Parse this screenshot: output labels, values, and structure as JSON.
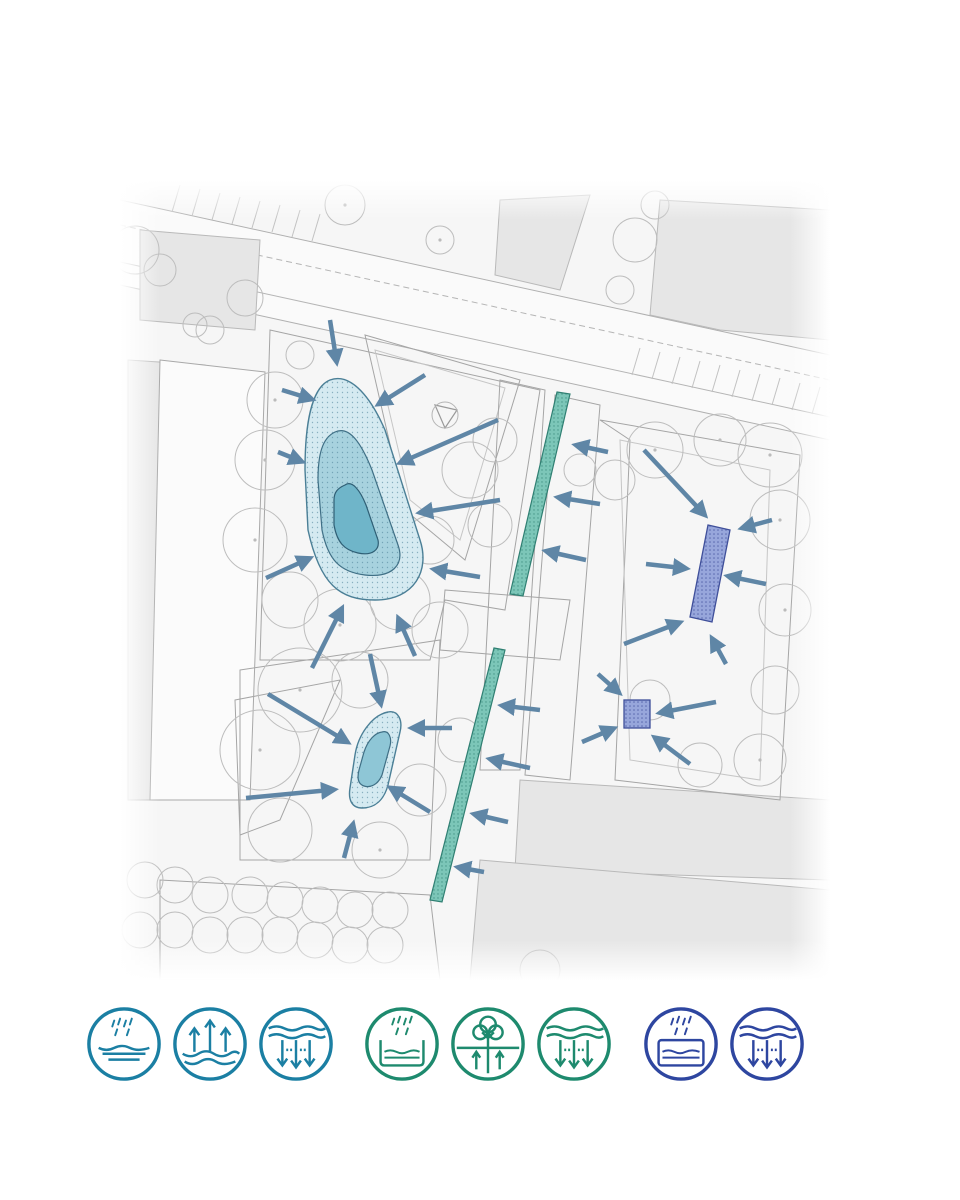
{
  "colors": {
    "background": "#ffffff",
    "paving": "#f4f4f4",
    "building": "#e6e6e6",
    "linework": "#b0b0b0",
    "tree_outline": "#b8b8b8",
    "arrow": "#5f86a6",
    "basin_light": "#cfe6ee",
    "basin_mid": "#9fcfdd",
    "basin_dark": "#6db3c8",
    "basin_stroke": "#4b7f96",
    "swale_fill": "#7cc6b8",
    "swale_stroke": "#2f7f72",
    "tank_fill": "#8f9fd6",
    "tank_stroke": "#3f4f9a",
    "legend_blue": "#1b7fa3",
    "legend_green": "#1e8a6e",
    "legend_indigo": "#2e46a0"
  },
  "legend": {
    "groups": [
      {
        "name": "retention-basins",
        "color": "#1b7fa3",
        "icons": [
          "rain-retention-icon",
          "evaporation-icon",
          "infiltration-icon"
        ]
      },
      {
        "name": "infiltration-swales",
        "color": "#1e8a6e",
        "icons": [
          "rain-tank-icon",
          "tree-evapotranspiration-icon",
          "infiltration-icon"
        ]
      },
      {
        "name": "storage-tanks",
        "color": "#2e46a0",
        "icons": [
          "rain-tank-icon",
          "infiltration-icon"
        ]
      }
    ]
  }
}
